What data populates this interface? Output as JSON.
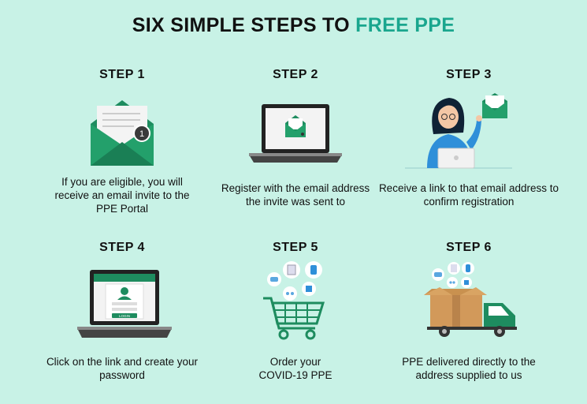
{
  "title": {
    "main": "SIX SIMPLE STEPS TO ",
    "accent": "FREE PPE"
  },
  "colors": {
    "background": "#c8f2e6",
    "accent": "#1aa68e",
    "green": "#1e9b6c",
    "dark": "#222222"
  },
  "steps": [
    {
      "label": "STEP 1",
      "text": "If you are eligible, you will receive an email invite to the PPE Portal",
      "icon": "envelope-icon",
      "badge": "1"
    },
    {
      "label": "STEP 2",
      "text": "Register with the email address the invite was sent to",
      "icon": "laptop-envelope-icon"
    },
    {
      "label": "STEP 3",
      "text": "Receive a link to that email address to confirm registration",
      "icon": "woman-laptop-icon"
    },
    {
      "label": "STEP 4",
      "text": "Click on the link and create your password",
      "icon": "laptop-login-icon",
      "login_button": "LOGIN"
    },
    {
      "label": "STEP 5",
      "text": "Order your COVID-19 PPE",
      "icon": "shopping-cart-icon"
    },
    {
      "label": "STEP 6",
      "text": "PPE delivered directly to the address supplied to us",
      "icon": "delivery-truck-icon"
    }
  ]
}
